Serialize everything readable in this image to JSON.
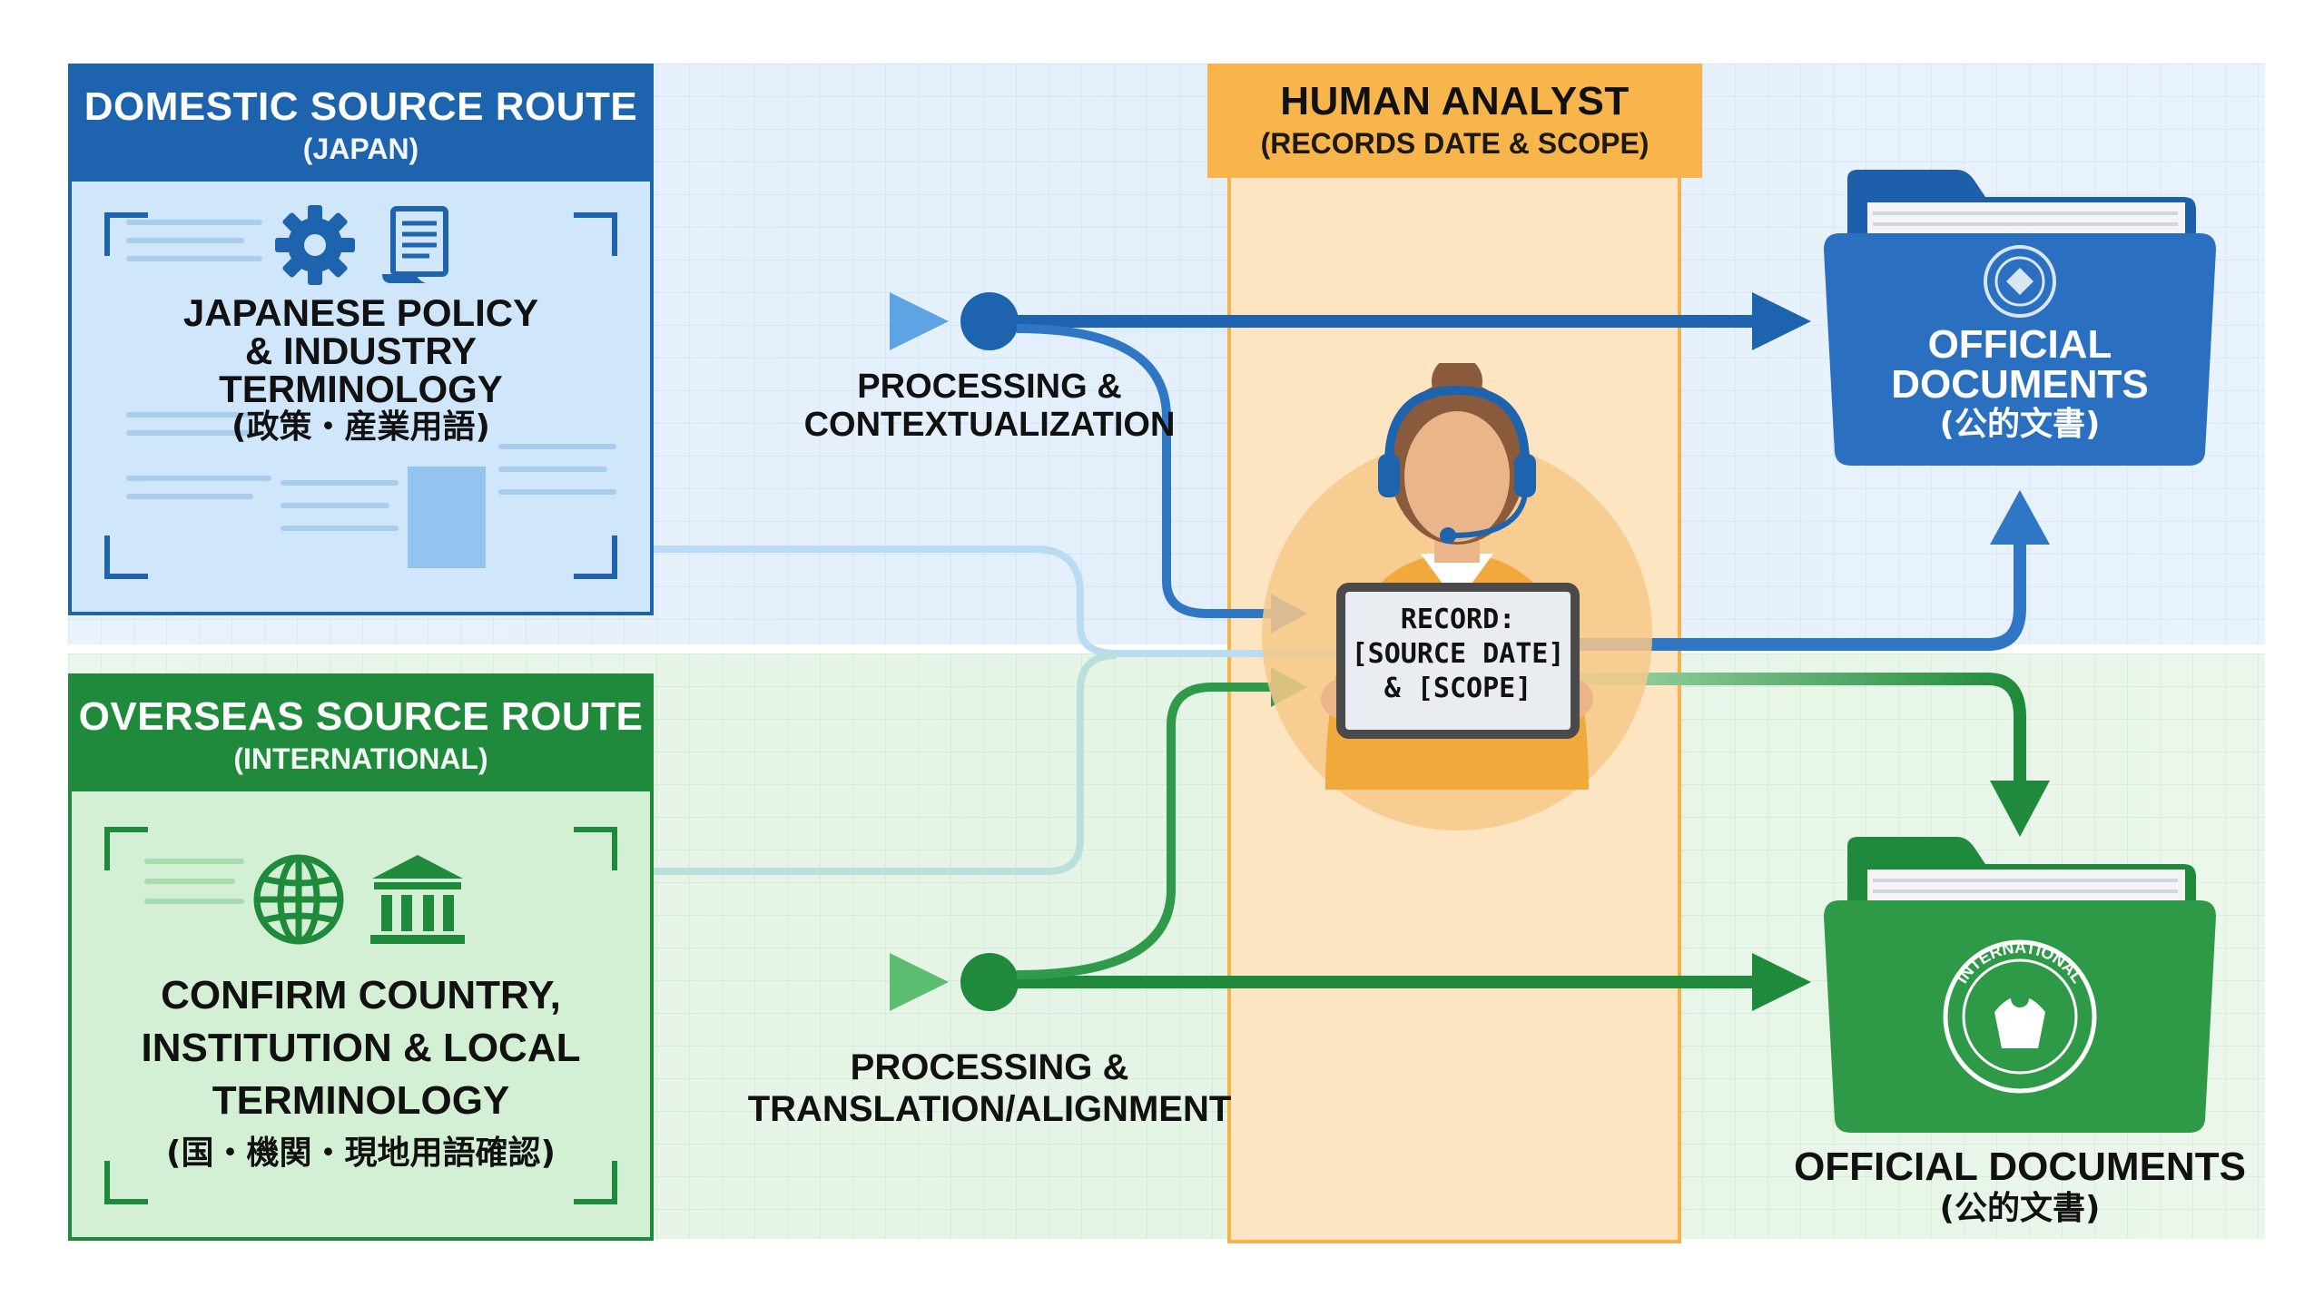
{
  "domestic": {
    "title": "DOMESTIC SOURCE ROUTE",
    "subtitle": "(JAPAN)",
    "body_lines": [
      "JAPANESE POLICY",
      "& INDUSTRY",
      "TERMINOLOGY"
    ],
    "body_jp": "(政策・産業用語)",
    "icons": [
      "gear-icon",
      "scroll-icon"
    ],
    "color": "#1d63ae"
  },
  "overseas": {
    "title": "OVERSEAS SOURCE ROUTE",
    "subtitle": "(INTERNATIONAL)",
    "body_lines": [
      "CONFIRM COUNTRY,",
      "INSTITUTION & LOCAL",
      "TERMINOLOGY"
    ],
    "body_jp": "(国・機関・現地用語確認)",
    "icons": [
      "globe-icon",
      "institution-icon"
    ],
    "color": "#1f8a3c"
  },
  "analyst": {
    "title": "HUMAN ANALYST",
    "subtitle": "(RECORDS DATE & SCOPE)",
    "record_lines": [
      "RECORD:",
      "[SOURCE DATE]",
      "& [SCOPE]"
    ],
    "color": "#f8b54c"
  },
  "flows": {
    "top_label": [
      "PROCESSING &",
      "CONTEXTUALIZATION"
    ],
    "bottom_label": [
      "PROCESSING &",
      "TRANSLATION/ALIGNMENT"
    ]
  },
  "outputs": {
    "top": {
      "lines": [
        "OFFICIAL",
        "DOCUMENTS"
      ],
      "jp": "(公的文書)",
      "color": "#2b6fc1"
    },
    "bottom": {
      "lines": [
        "OFFICIAL DOCUMENTS"
      ],
      "jp": "(公的文書)",
      "seal_text": "INTERNATIONAL",
      "color": "#2e9a47"
    }
  }
}
